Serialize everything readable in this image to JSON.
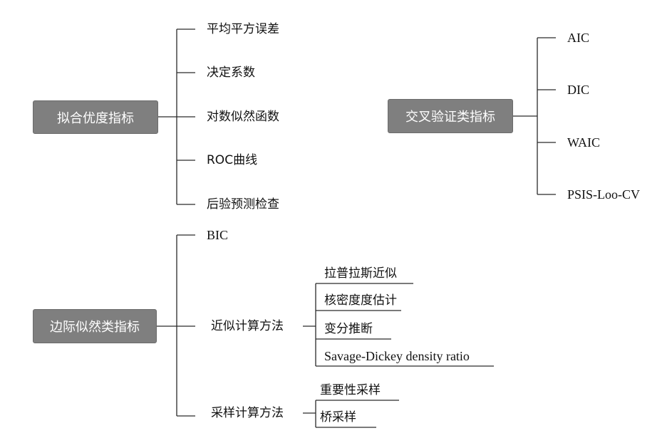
{
  "fit_group": {
    "title": "拟合优度指标",
    "items": [
      "平均平方误差",
      "决定系数",
      "对数似然函数",
      "ROC曲线",
      "后验预测检查"
    ]
  },
  "cv_group": {
    "title": "交叉验证类指标",
    "items": [
      "AIC",
      "DIC",
      "WAIC",
      "PSIS-Loo-CV"
    ]
  },
  "ml_group": {
    "title": "边际似然类指标",
    "bic": "BIC",
    "approx": {
      "label": "近似计算方法",
      "items": [
        "拉普拉斯近似",
        "核密度度估计",
        "变分推断",
        "Savage-Dickey density ratio"
      ]
    },
    "sampling": {
      "label": "采样计算方法",
      "items": [
        "重要性采样",
        "桥采样"
      ]
    }
  }
}
